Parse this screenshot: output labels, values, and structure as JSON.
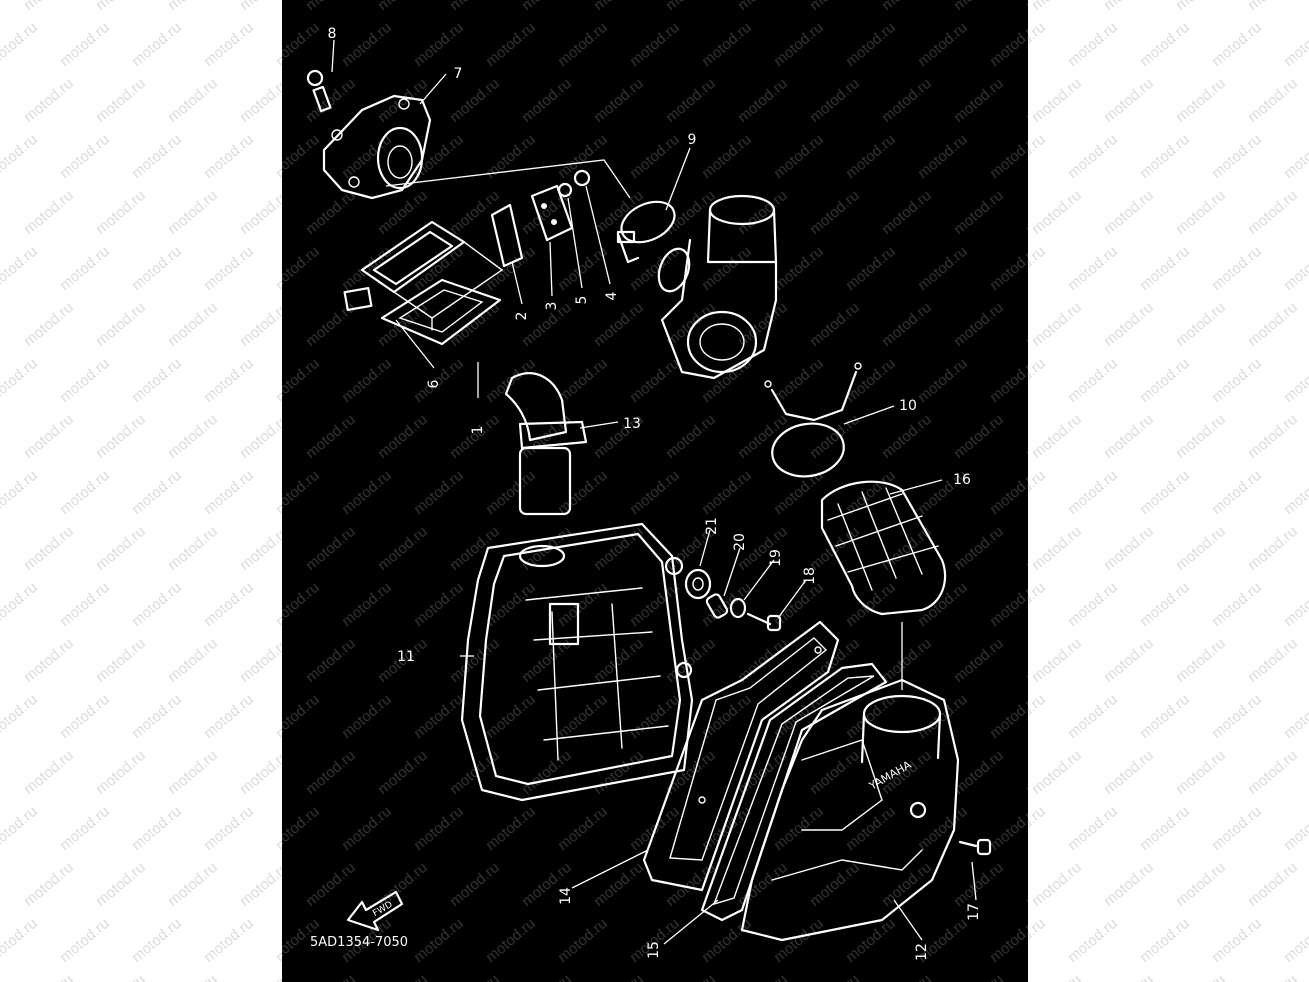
{
  "watermark": "motod.ru",
  "diagram_code": "5AD1354-7050",
  "fwd_label": "FWD",
  "callouts": [
    "1",
    "2",
    "3",
    "4",
    "5",
    "6",
    "7",
    "8",
    "9",
    "10",
    "11",
    "12",
    "13",
    "14",
    "15",
    "16",
    "17",
    "18",
    "19",
    "20",
    "21"
  ],
  "colors": {
    "page": "#ffffff",
    "panel": "#000000",
    "lines": "#ffffff",
    "watermark": "#c9c9c9"
  }
}
